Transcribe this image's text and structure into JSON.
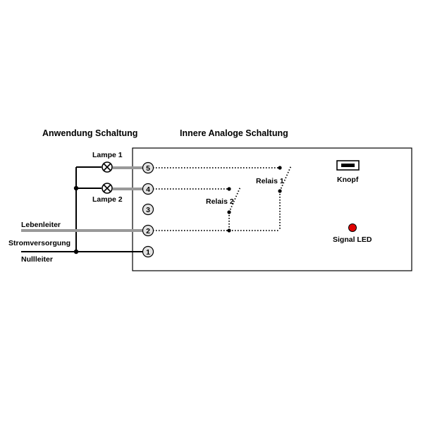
{
  "titles": {
    "application": "Anwendung Schaltung",
    "inner": "Innere Analoge Schaltung"
  },
  "labels": {
    "lamp1": "Lampe 1",
    "lamp2": "Lampe 2",
    "live": "Lebenleiter",
    "supply": "Stromversorgung",
    "neutral": "Nullleiter",
    "relay1": "Relais 1",
    "relay2": "Relais 2",
    "button": "Knopf",
    "led": "Signal LED"
  },
  "terminals": {
    "t1": "1",
    "t2": "2",
    "t3": "3",
    "t4": "4",
    "t5": "5"
  },
  "colors": {
    "wire_black": "#000000",
    "wire_gray": "#999999",
    "terminal_fill": "#e3e3e3",
    "led_red": "#e00000"
  }
}
